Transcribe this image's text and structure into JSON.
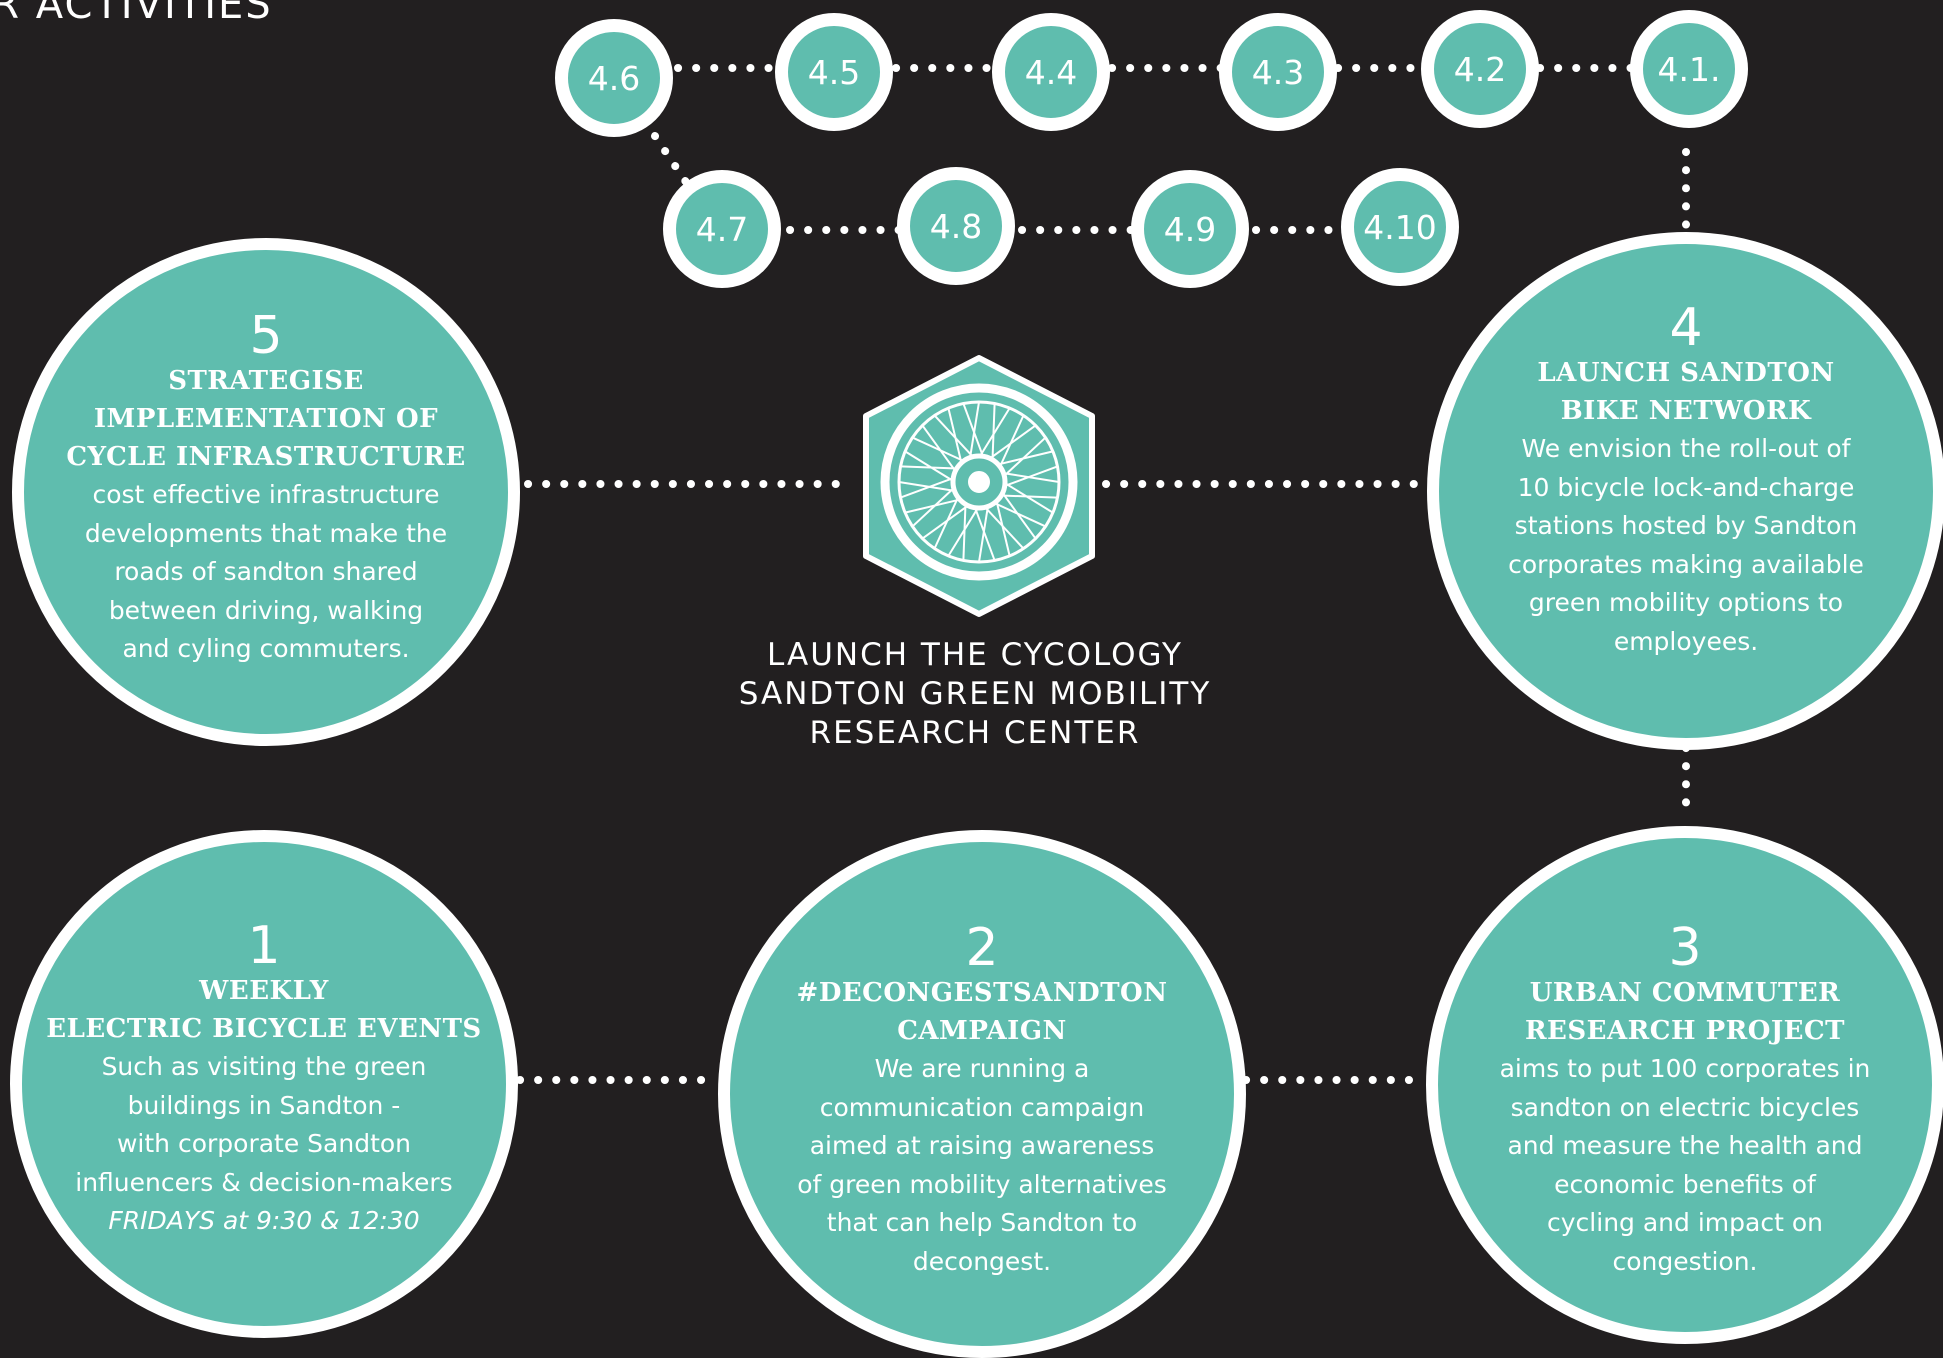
{
  "page_title": "UR ACTIVITIES",
  "center": {
    "icon": "bicycle-wheel-icon",
    "title": "LAUNCH THE CYCOLOGY\nSANDTON GREEN MOBILITY\nRESEARCH CENTER"
  },
  "activities": [
    {
      "number": "1",
      "heading": "WEEKLY\nELECTRIC BICYCLE EVENTS",
      "body": "Such as visiting the green\nbuildings in Sandton -\nwith corporate Sandton\ninfluencers & decision-makers",
      "note": "FRIDAYS at 9:30 & 12:30"
    },
    {
      "number": "2",
      "heading": "#DECONGESTSANDTON\nCAMPAIGN",
      "body": "We are running a\ncommunication campaign\naimed at raising awareness\nof green mobility alternatives\nthat can help Sandton to\ndecongest."
    },
    {
      "number": "3",
      "heading": "URBAN COMMUTER\nRESEARCH PROJECT",
      "body": "aims to put 100 corporates in\nsandton on electric bicycles\nand measure the health and\neconomic benefits of\ncycling and impact on\ncongestion."
    },
    {
      "number": "4",
      "heading": "LAUNCH SANDTON\nBIKE NETWORK",
      "body": "We envision the roll-out of\n10 bicycle lock-and-charge\nstations hosted by Sandton\ncorporates making available\ngreen mobility options to\nemployees."
    },
    {
      "number": "5",
      "heading": "STRATEGISE\nIMPLEMENTATION OF\nCYCLE INFRASTRUCTURE",
      "body": "cost effective infrastructure\ndevelopments that make the\nroads of sandton shared\nbetween driving, walking\nand cyling commuters."
    }
  ],
  "sub_steps": [
    "4.1.",
    "4.2",
    "4.3",
    "4.4",
    "4.5",
    "4.6",
    "4.7",
    "4.8",
    "4.9",
    "4.10"
  ],
  "colors": {
    "background": "#221f20",
    "teal": "#5fbdae",
    "white": "#ffffff"
  }
}
